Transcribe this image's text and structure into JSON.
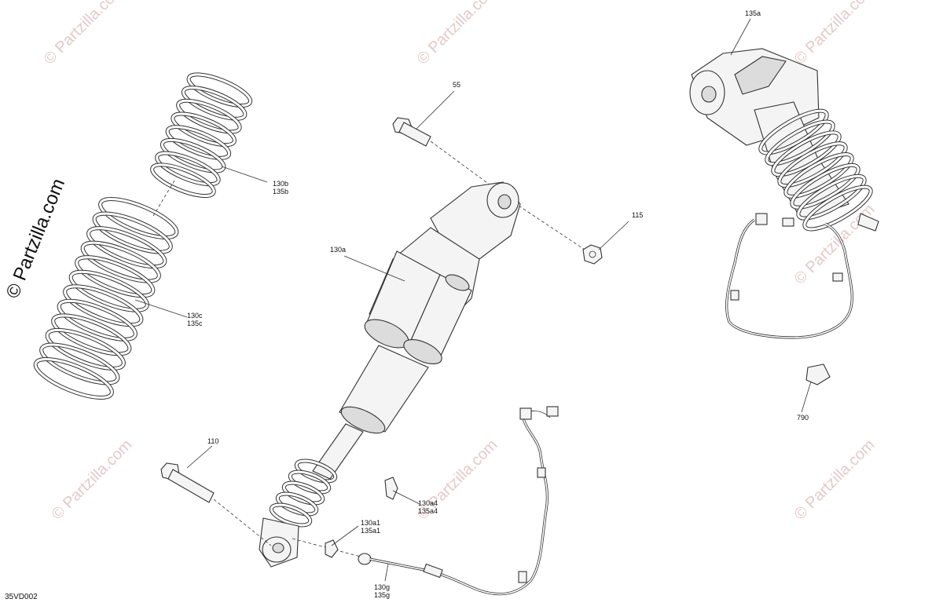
{
  "diagram_ref": "35VD002",
  "watermark": {
    "brand": "© Partzilla.com"
  },
  "callouts": [
    {
      "id": "55",
      "lines": [
        "55"
      ]
    },
    {
      "id": "115",
      "lines": [
        "115"
      ]
    },
    {
      "id": "130a",
      "lines": [
        "130a"
      ]
    },
    {
      "id": "130b",
      "lines": [
        "130b",
        "135b"
      ]
    },
    {
      "id": "130c",
      "lines": [
        "130c",
        "135c"
      ]
    },
    {
      "id": "110",
      "lines": [
        "110"
      ]
    },
    {
      "id": "130a4",
      "lines": [
        "130a4",
        "135a4"
      ]
    },
    {
      "id": "130a1",
      "lines": [
        "130a1",
        "135a1"
      ]
    },
    {
      "id": "130g",
      "lines": [
        "130g",
        "135g"
      ]
    },
    {
      "id": "135a",
      "lines": [
        "135a"
      ]
    },
    {
      "id": "790",
      "lines": [
        "790"
      ]
    }
  ]
}
